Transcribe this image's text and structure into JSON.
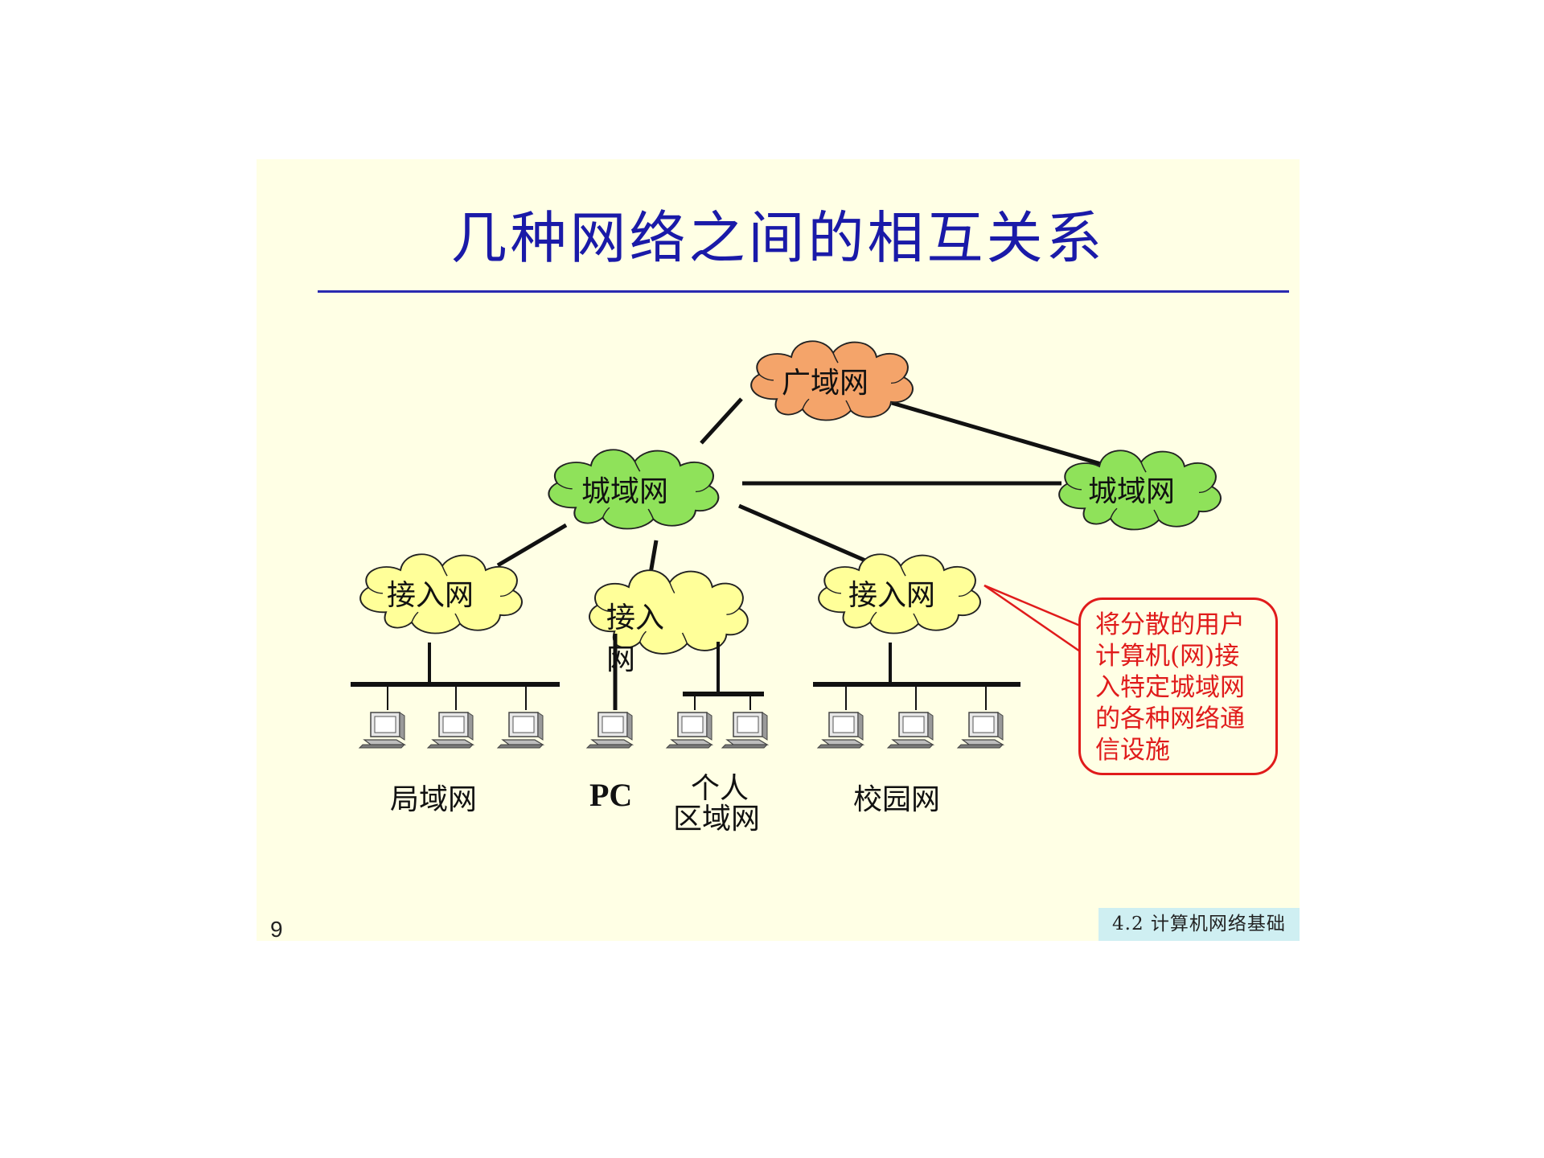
{
  "slide": {
    "title": "几种网络之间的相互关系",
    "page_number": "9",
    "footer": "4.2  计算机网络基础"
  },
  "nodes": {
    "wan": "广域网",
    "man_left": "城域网",
    "man_right": "城域网",
    "access_left": "接入网",
    "access_middle": "接入网",
    "access_right": "接入网"
  },
  "groups": {
    "lan": "局域网",
    "pc": "PC",
    "pan_line1": "个人",
    "pan_line2": "区域网",
    "campus": "校园网"
  },
  "callout": {
    "text": "将分散的用户计算机(网)接入特定城域网的各种网络通信设施"
  },
  "colors": {
    "title": "#1a1aa8",
    "wan_cloud": "#f4a46a",
    "man_cloud": "#8fe25a",
    "access_cloud": "#ffff99",
    "callout": "#e01b1b",
    "slide_bg": "#ffffe5",
    "footer_bg": "#cfeff2"
  }
}
